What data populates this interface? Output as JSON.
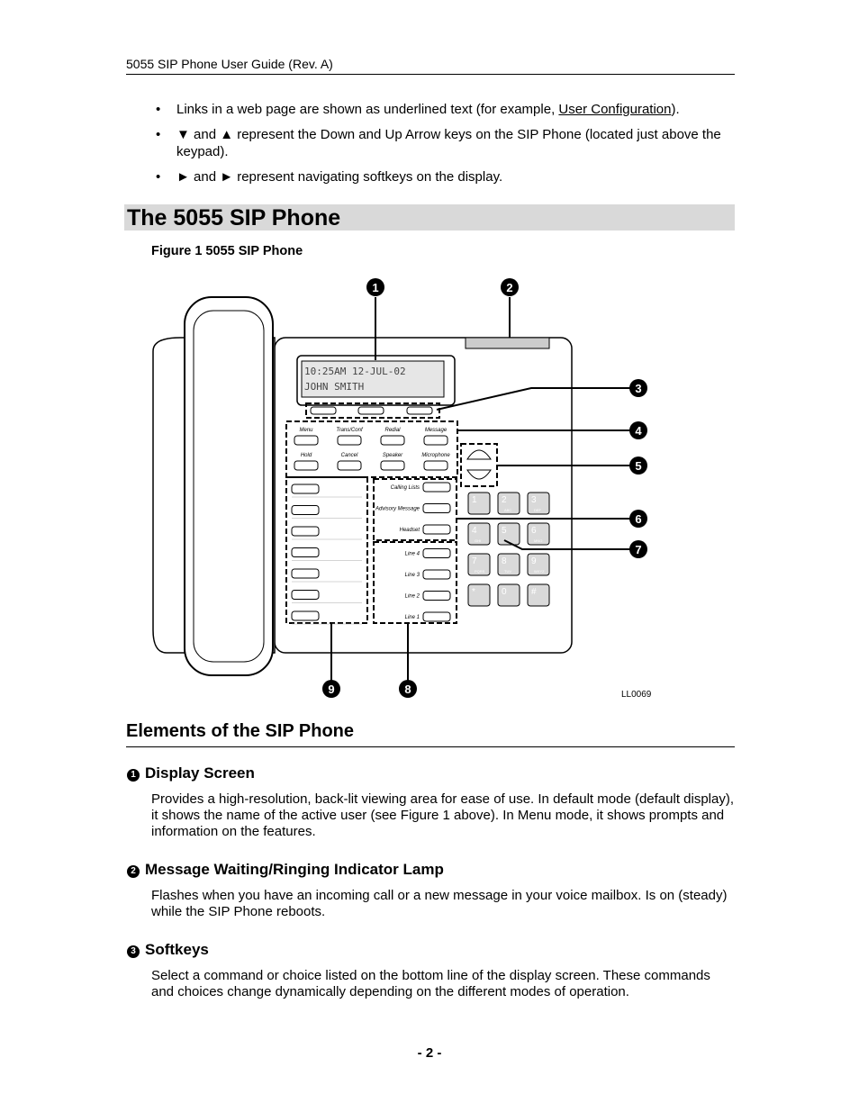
{
  "header": {
    "title": "5055 SIP Phone User Guide (Rev. A)"
  },
  "bullets": [
    {
      "pre": "Links in a web page are shown as underlined text (for example, ",
      "link": "User Configuration",
      "post": ")."
    },
    {
      "text": "▼ and ▲ represent the Down and Up Arrow keys on the SIP Phone (located just above the keypad)."
    },
    {
      "text": "► and ► represent navigating softkeys on the display."
    }
  ],
  "section_title": "The 5055 SIP Phone",
  "figure": {
    "caption": "Figure 1   5055 SIP Phone",
    "display_line1": "10:25AM      12-JUL-02",
    "display_line2": "JOHN SMITH",
    "callouts": [
      "1",
      "2",
      "3",
      "4",
      "5",
      "6",
      "7",
      "8",
      "9"
    ],
    "feature_keys_top": [
      "Menu",
      "Trans/Conf",
      "Redial",
      "Message"
    ],
    "feature_keys_bottom": [
      "Hold",
      "Cancel",
      "Speaker",
      "Microphone"
    ],
    "right_keys": [
      "Calling Lists",
      "Advisory Message",
      "Headset",
      "Line 4",
      "Line 3",
      "Line 2",
      "Line 1"
    ],
    "keypad": [
      {
        "d": "1",
        "l": ""
      },
      {
        "d": "2",
        "l": "ABC"
      },
      {
        "d": "3",
        "l": "DEF"
      },
      {
        "d": "4",
        "l": "GHI"
      },
      {
        "d": "5",
        "l": "JKL"
      },
      {
        "d": "6",
        "l": "MNO"
      },
      {
        "d": "7",
        "l": "PQRS"
      },
      {
        "d": "8",
        "l": "TUV"
      },
      {
        "d": "9",
        "l": "WXYZ"
      },
      {
        "d": "*",
        "l": ""
      },
      {
        "d": "0",
        "l": ""
      },
      {
        "d": "#",
        "l": ""
      }
    ],
    "label_code": "LL0069"
  },
  "subsection_title": "Elements of the SIP Phone",
  "items": [
    {
      "num": "1",
      "title": "Display Screen",
      "body": "Provides a high-resolution, back-lit viewing area for ease of use. In default mode (default display), it shows the name of the active user (see Figure 1 above). In Menu mode, it shows prompts and information on the features."
    },
    {
      "num": "2",
      "title": "Message Waiting/Ringing Indicator Lamp",
      "body": "Flashes when you have an incoming call or a new message in your voice mailbox. Is on (steady) while the SIP Phone reboots."
    },
    {
      "num": "3",
      "title": "Softkeys",
      "body": "Select a command or choice listed on the bottom line of the display screen. These commands and choices change dynamically depending on the different modes of operation."
    }
  ],
  "footer": {
    "page": "- 2 -"
  }
}
